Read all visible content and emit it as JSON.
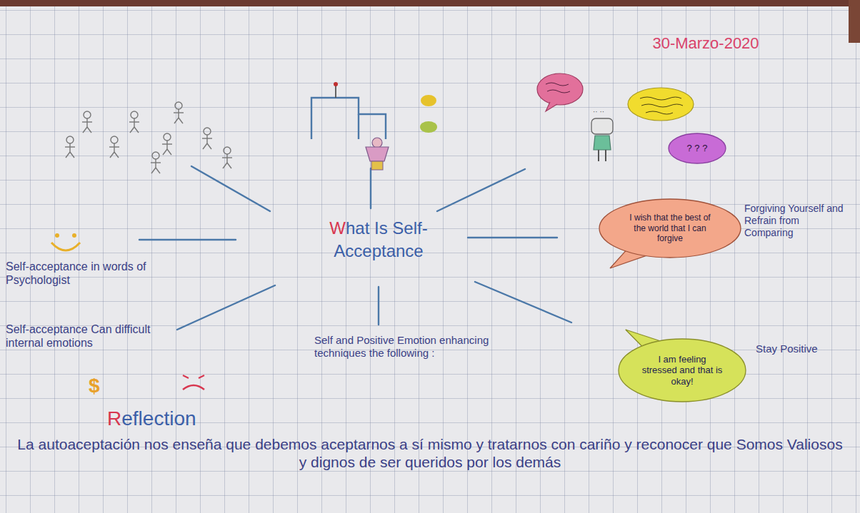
{
  "diagram": {
    "title": "What Is Self-Acceptance",
    "nodes": [
      {
        "text": [
          "? ? ?"
        ]
      },
      {
        "text": [
          "I wish that the best of the world that I can forgive"
        ]
      },
      {
        "text": [
          "I am feeling stressed and that is okay!"
        ]
      }
    ],
    "labels": [
      "30-Marzo-2020",
      "Self-acceptance in words of Psychologist",
      "Self-acceptance Can difficult internal emotions",
      "Self and Positive Emotion enhancing techniques the following :",
      "Forgiving Yourself and Refrain from Comparing",
      "Stay Positive",
      "Reflection",
      "La autoaceptación nos enseña que debemos aceptarnos a sí mismo y tratarnos con cariño y reconocer que Somos Valiosos y dignos de ser queridos por los demás"
    ]
  }
}
